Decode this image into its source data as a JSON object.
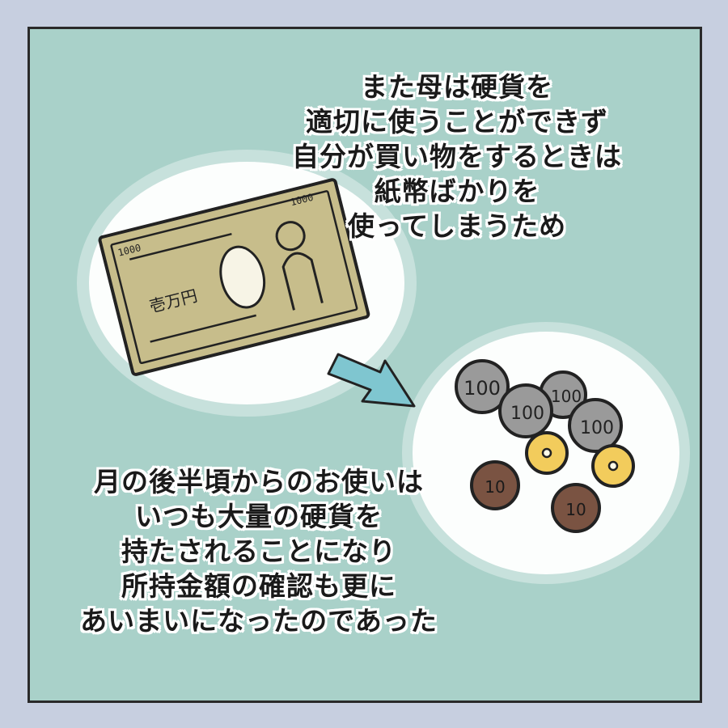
{
  "caption_top": {
    "lines": [
      "また母は硬貨を",
      "適切に使うことができず",
      "自分が買い物をするときは",
      "紙幣ばかりを",
      "使ってしまうため"
    ]
  },
  "caption_bottom": {
    "lines": [
      "月の後半頃からのお使いは",
      "いつも大量の硬貨を",
      "持たされることになり",
      "所持金額の確認も更に",
      "あいまいになったのであった"
    ]
  },
  "banknote": {
    "corner_number_top": "1000",
    "corner_number_bottom": "1000",
    "denomination_text": "壱万円"
  },
  "coins": {
    "hundred_label": "100",
    "ten_label": "10"
  },
  "colors": {
    "panel_bg": "#a9d1c9",
    "page_bg": "#c7cfe0",
    "banknote": "#c7bd8b",
    "arrow": "#7fc6d0",
    "silver_coin": "#9a9a9a",
    "gold_coin": "#f2cc5c",
    "copper_coin": "#7a5342"
  }
}
